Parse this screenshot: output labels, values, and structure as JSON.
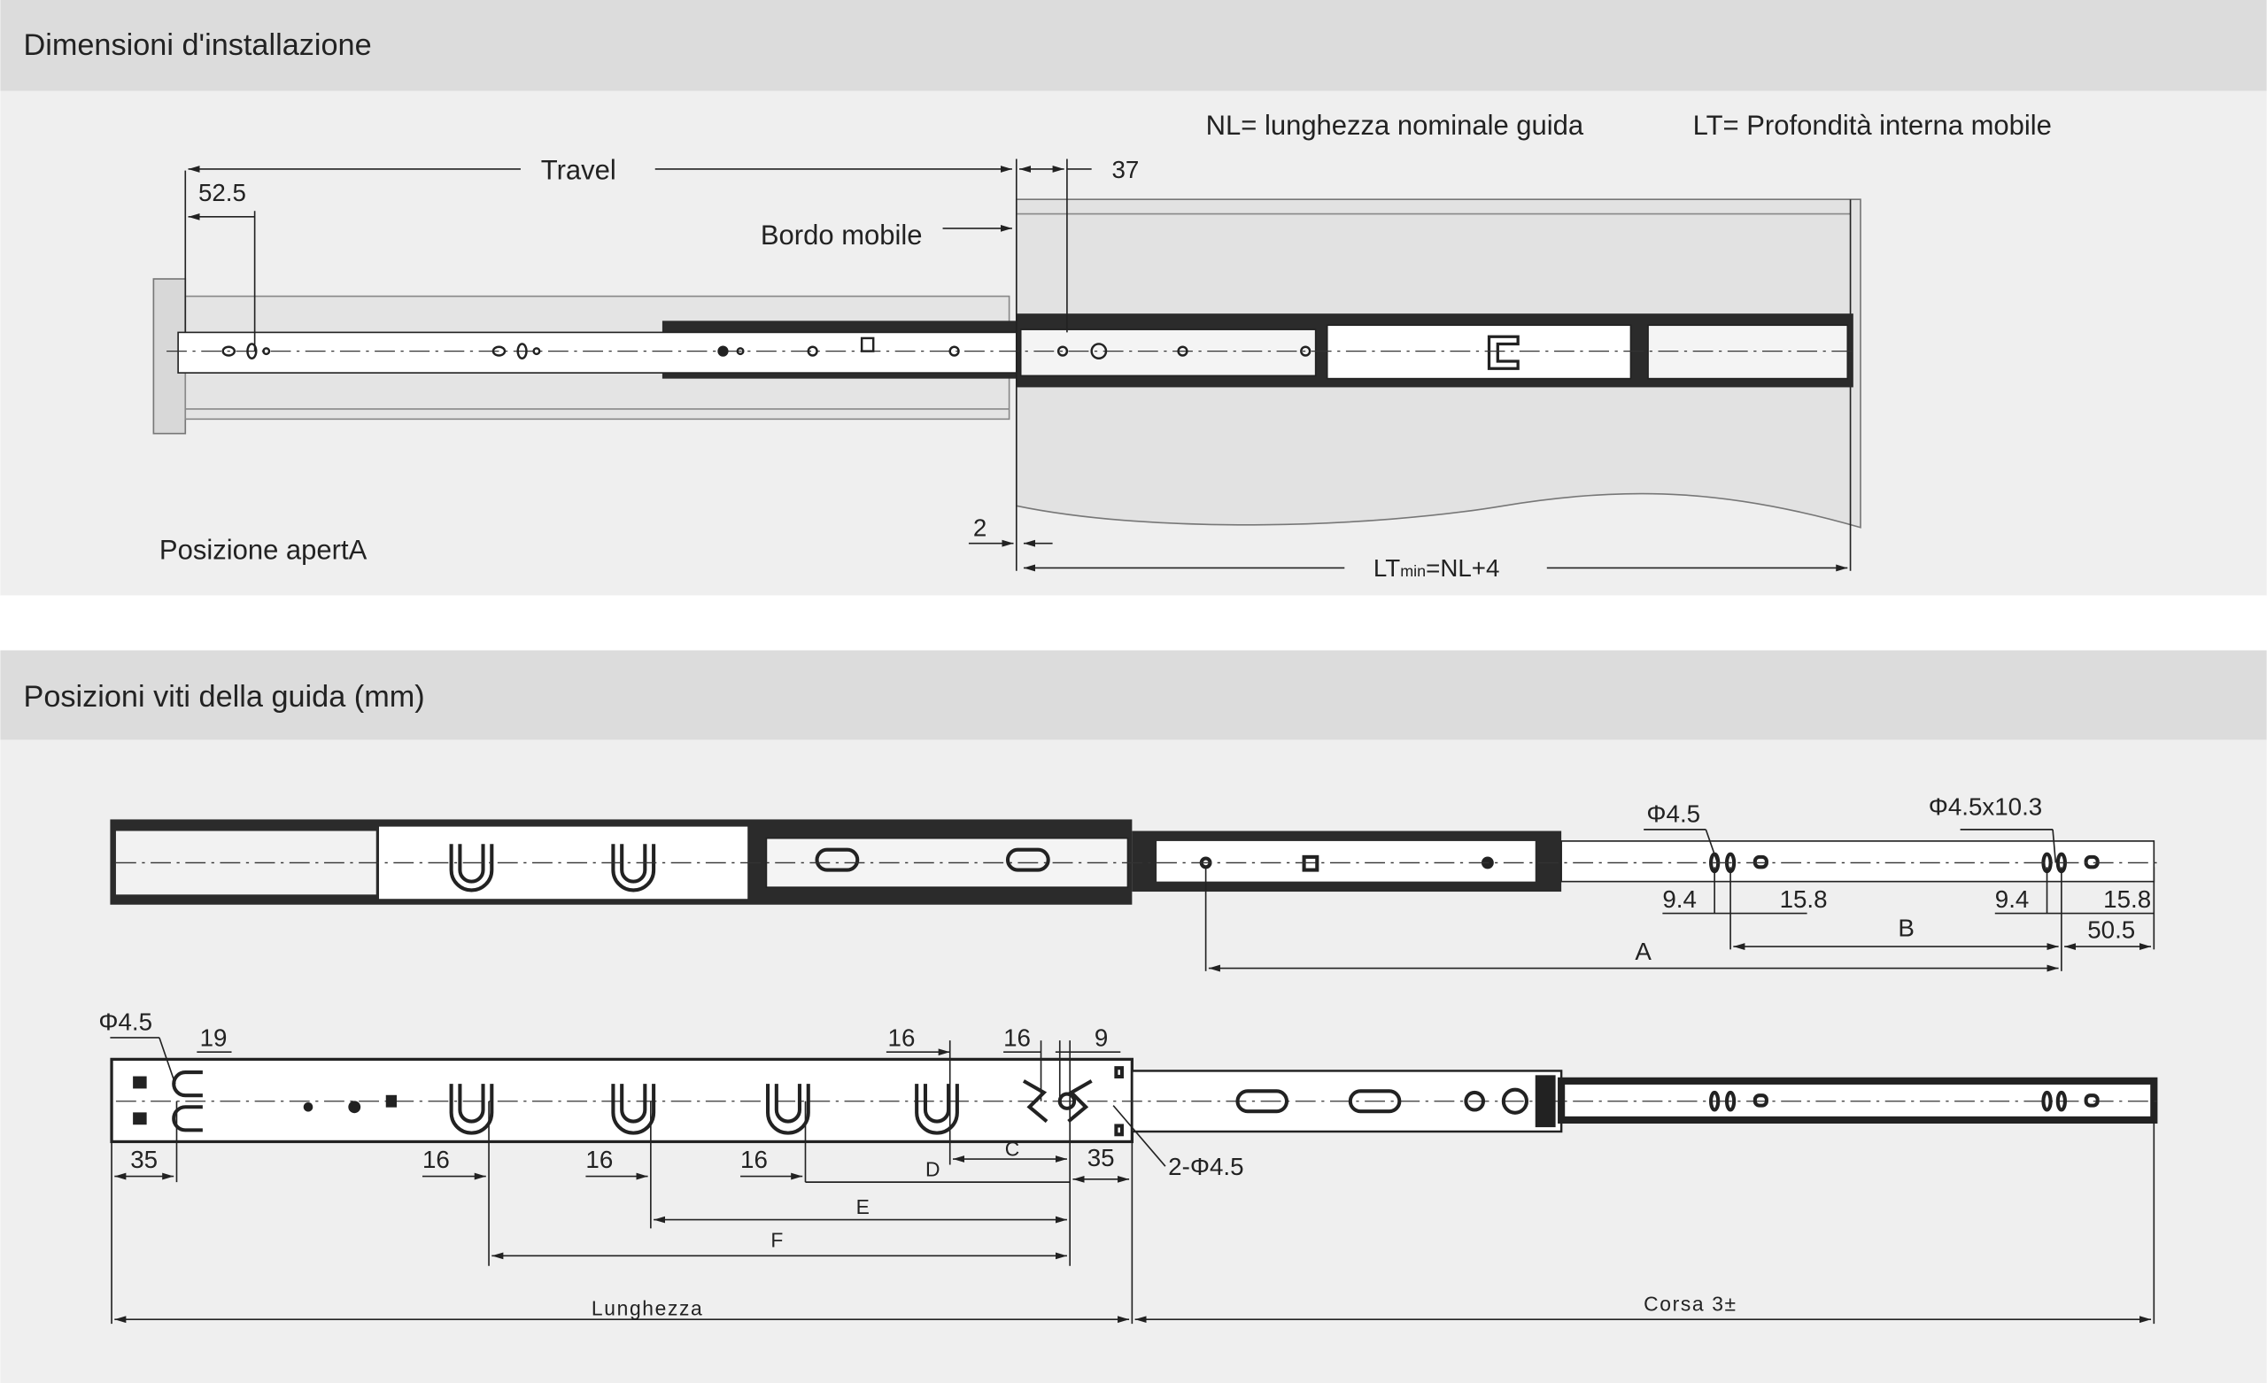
{
  "section1": {
    "title": "Dimensioni d'installazione",
    "legend_nl": "NL= lunghezza nominale guida",
    "legend_lt": "LT= Profondità interna mobile",
    "travel": "Travel",
    "dim_37": "37",
    "dim_52_5": "52.5",
    "bordo_mobile": "Bordo mobile",
    "dim_2": "2",
    "lt_prefix": "LT",
    "lt_sub": "min",
    "lt_suffix": "=NL+4",
    "position": "Posizione apertA"
  },
  "section2": {
    "title": "Posizioni viti della guida (mm)",
    "rail1": {
      "phi45": "Φ4.5",
      "phi45x103": "Φ4.5x10.3",
      "d94a": "9.4",
      "d158a": "15.8",
      "d94b": "9.4",
      "d158b": "15.8",
      "d505": "50.5",
      "A": "A",
      "B": "B"
    },
    "rail2": {
      "phi45": "Φ4.5",
      "d19": "19",
      "d16a": "16",
      "d16b": "16",
      "d9": "9",
      "d35l": "35",
      "d16c": "16",
      "d16d": "16",
      "d16e": "16",
      "C": "C",
      "D": "D",
      "d35r": "35",
      "holes": "2-Φ4.5",
      "E": "E",
      "F": "F",
      "lunghezza": "Lunghezza",
      "corsa": "Corsa 3±"
    }
  }
}
